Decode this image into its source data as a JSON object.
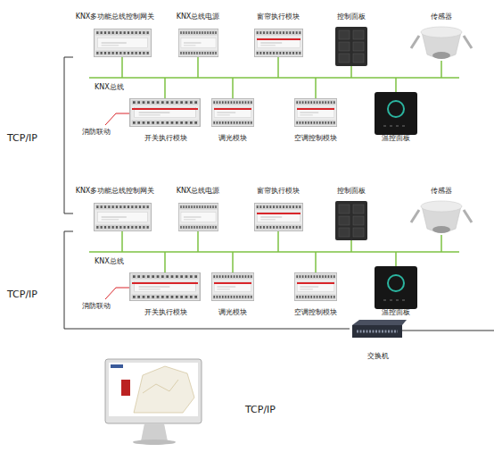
{
  "diagram": {
    "nodes": [
      {
        "text": [
          "KNX多功能总线控制网关"
        ]
      },
      {
        "text": [
          "KNX总线电源"
        ]
      },
      {
        "text": [
          "窗帘执行模块"
        ]
      },
      {
        "text": [
          "控制面板"
        ]
      },
      {
        "text": [
          "传感器"
        ]
      },
      {
        "text": [
          "开关执行模块"
        ]
      },
      {
        "text": [
          "调光模块"
        ]
      },
      {
        "text": [
          "空调控制模块"
        ]
      },
      {
        "text": [
          "温控面板"
        ]
      },
      {
        "text": [
          "KNX多功能总线控制网关"
        ]
      },
      {
        "text": [
          "KNX总线电源"
        ]
      },
      {
        "text": [
          "窗帘执行模块"
        ]
      },
      {
        "text": [
          "控制面板"
        ]
      },
      {
        "text": [
          "传感器"
        ]
      },
      {
        "text": [
          "开关执行模块"
        ]
      },
      {
        "text": [
          "调光模块"
        ]
      },
      {
        "text": [
          "空调控制模块"
        ]
      },
      {
        "text": [
          "温控面板"
        ]
      },
      {
        "text": [
          "交换机"
        ]
      }
    ],
    "edges": [
      {
        "from": 0,
        "to": 9,
        "arrow": "none"
      },
      {
        "from": 9,
        "to": 18,
        "arrow": "none"
      }
    ],
    "labels": [
      "TCP/IP",
      "KNX总线",
      "消防联动",
      "TCP/IP",
      "KNX总线",
      "消防联动",
      "TCP/IP"
    ]
  }
}
